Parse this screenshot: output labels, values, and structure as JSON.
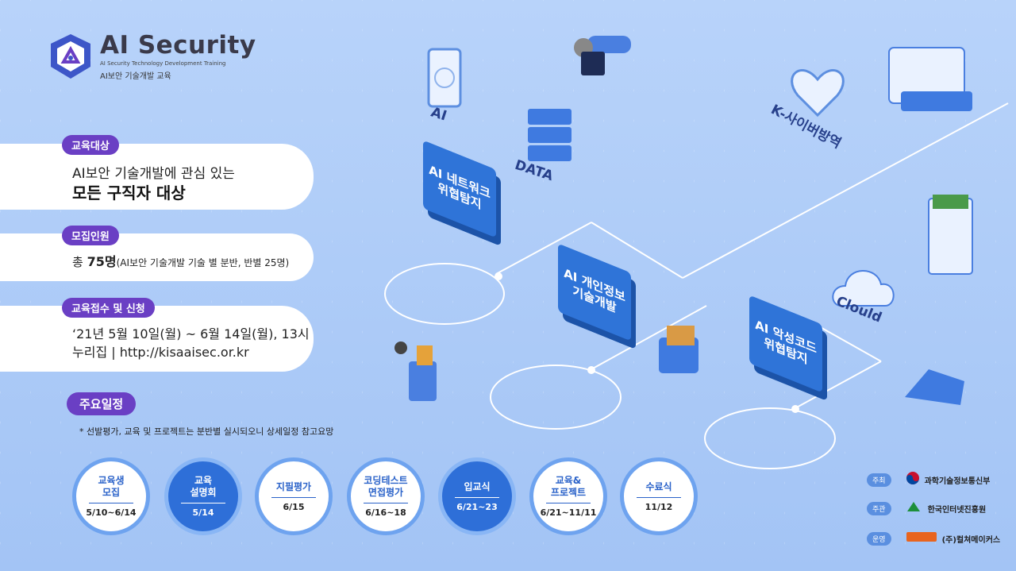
{
  "logo": {
    "title": "AI Security",
    "subtitle": "AI Security Technology Development Training",
    "korean": "AI보안 기술개발 교육"
  },
  "target": {
    "pill": "교육대상",
    "line1": "AI보안 기술개발에 관심 있는",
    "line2": "모든 구직자 대상"
  },
  "recruit": {
    "pill": "모집인원",
    "prefix": "총",
    "count": "75명",
    "detail": "(AI보안 기술개발 기술 별 분반, 반별 25명)"
  },
  "apply": {
    "pill": "교육접수 및 신청",
    "line1": "‘21년 5월 10일(월) ~ 6월 14일(월), 13시",
    "line2": "누리집 | http://kisaaisec.or.kr"
  },
  "schedule": {
    "pill": "주요일정",
    "note": "* 선발평가, 교육  및 프로젝트는 분반별 실시되오니 상세일정 참고요망",
    "items": [
      {
        "title": "교육생\n모집",
        "date": "5/10~6/14",
        "style": "light"
      },
      {
        "title": "교육\n설명회",
        "date": "5/14",
        "style": "dark"
      },
      {
        "title": "지필평가",
        "date": "6/15",
        "style": "light"
      },
      {
        "title": "코딩테스트\n면접평가",
        "date": "6/16~18",
        "style": "light"
      },
      {
        "title": "입교식",
        "date": "6/21~23",
        "style": "dark"
      },
      {
        "title": "교육&\n프로젝트",
        "date": "6/21~11/11",
        "style": "light"
      },
      {
        "title": "수료식",
        "date": "11/12",
        "style": "light"
      }
    ]
  },
  "illustration": {
    "labels": {
      "ai": "AI",
      "data": "DATA",
      "cyber": "K-사이버방역",
      "cloud": "Clould"
    },
    "cards": {
      "network": "AI 네트워크\n위협탐지",
      "privacy": "AI 개인정보\n기술개발",
      "malware": "AI 악성코드\n위협탐지"
    }
  },
  "sponsors": [
    {
      "tag": "주최",
      "name": "과학기술정보통신부"
    },
    {
      "tag": "주관",
      "name": "한국인터넷진흥원"
    },
    {
      "tag": "운영",
      "name": "(주)컬쳐메이커스"
    }
  ],
  "colors": {
    "accent": "#6a3fc4",
    "blue": "#2f74d8",
    "bg": "#a9c9f7"
  }
}
